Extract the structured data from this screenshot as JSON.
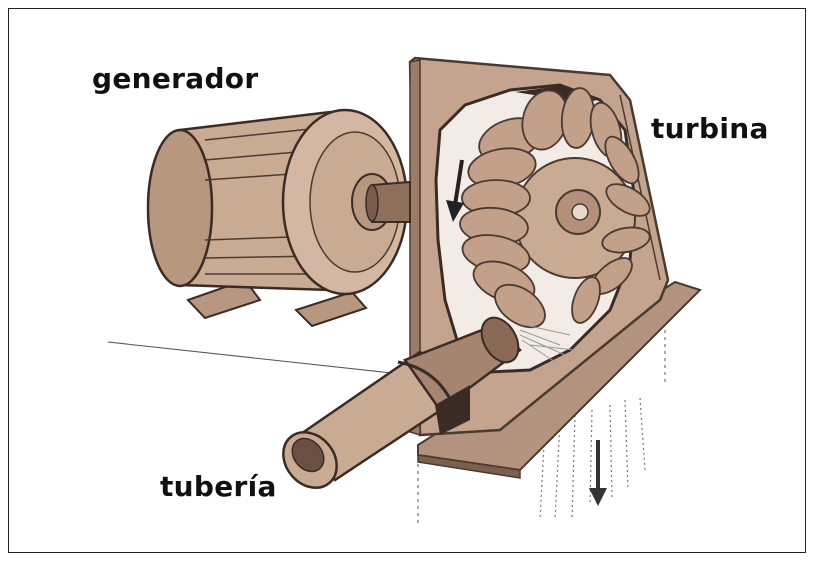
{
  "labels": {
    "generator": "generador",
    "turbine": "turbina",
    "pipe": "tubería"
  },
  "colors": {
    "body": "#c9ab94",
    "shadow": "#8e6f5b",
    "outline": "#4a3a30",
    "wheel": "#b89580",
    "interior": "#f3ece6"
  }
}
